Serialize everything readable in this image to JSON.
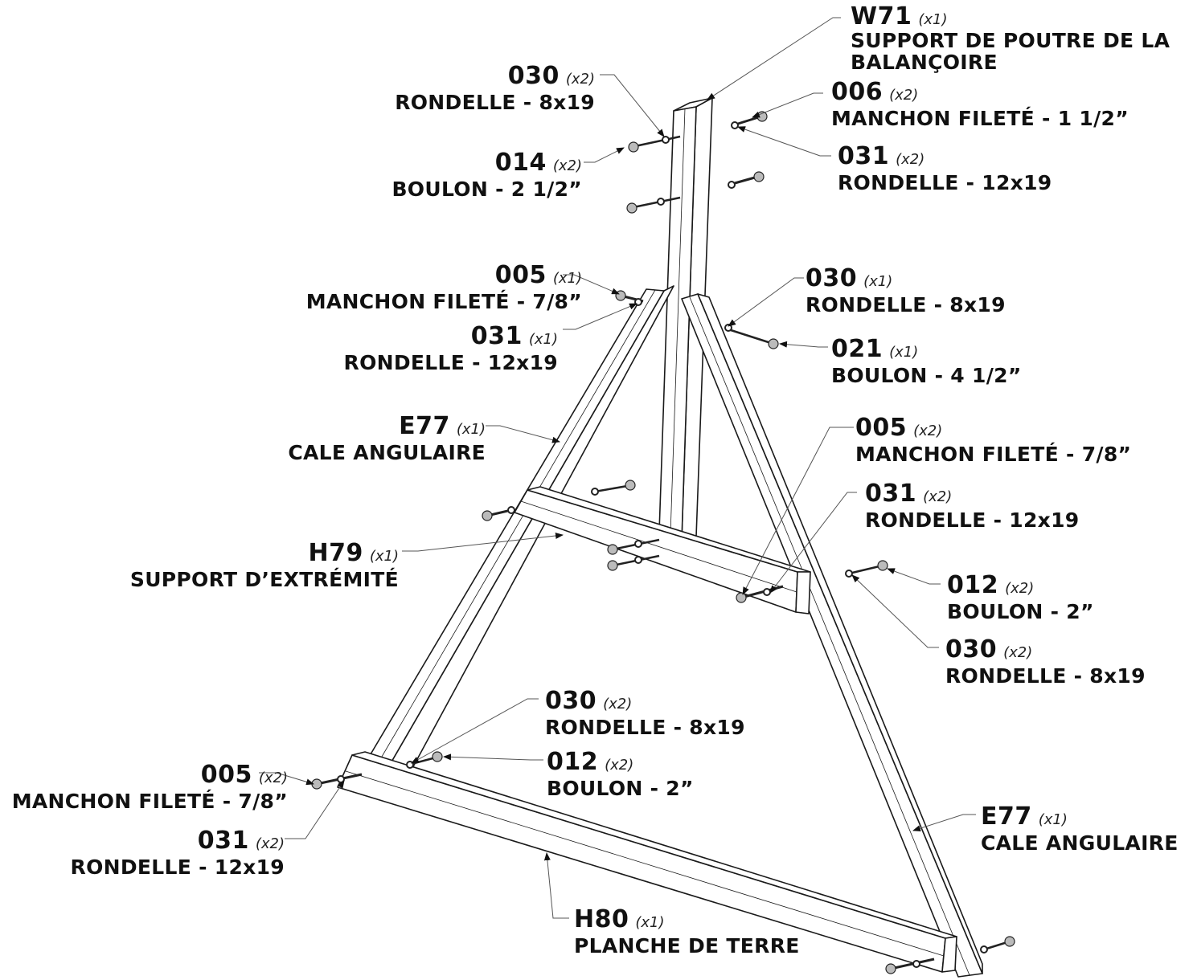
{
  "callouts": [
    {
      "id": "w71",
      "code": "W71",
      "qty": "(x1)",
      "name": "SUPPORT DE POUTRE DE LA",
      "name2": "BALANÇOIRE"
    },
    {
      "id": "c030a",
      "code": "030",
      "qty": "(x2)",
      "name": "RONDELLE - 8x19"
    },
    {
      "id": "c006",
      "code": "006",
      "qty": "(x2)",
      "name": "MANCHON FILETÉ - 1 1/2”"
    },
    {
      "id": "c014",
      "code": "014",
      "qty": "(x2)",
      "name": "BOULON - 2 1/2”"
    },
    {
      "id": "c031a",
      "code": "031",
      "qty": "(x2)",
      "name": "RONDELLE - 12x19"
    },
    {
      "id": "c005a",
      "code": "005",
      "qty": "(x1)",
      "name": "MANCHON FILETÉ - 7/8”"
    },
    {
      "id": "c030b",
      "code": "030",
      "qty": "(x1)",
      "name": "RONDELLE - 8x19"
    },
    {
      "id": "c031b",
      "code": "031",
      "qty": "(x1)",
      "name": "RONDELLE - 12x19"
    },
    {
      "id": "c021",
      "code": "021",
      "qty": "(x1)",
      "name": "BOULON - 4 1/2”"
    },
    {
      "id": "e77a",
      "code": "E77",
      "qty": "(x1)",
      "name": "CALE ANGULAIRE"
    },
    {
      "id": "c005b",
      "code": "005",
      "qty": "(x2)",
      "name": "MANCHON FILETÉ - 7/8”"
    },
    {
      "id": "c031c",
      "code": "031",
      "qty": "(x2)",
      "name": "RONDELLE - 12x19"
    },
    {
      "id": "h79",
      "code": "H79",
      "qty": "(x1)",
      "name": "SUPPORT D’EXTRÉMITÉ"
    },
    {
      "id": "c012a",
      "code": "012",
      "qty": "(x2)",
      "name": "BOULON - 2”"
    },
    {
      "id": "c030c",
      "code": "030",
      "qty": "(x2)",
      "name": "RONDELLE - 8x19"
    },
    {
      "id": "c030d",
      "code": "030",
      "qty": "(x2)",
      "name": "RONDELLE - 8x19"
    },
    {
      "id": "c012b",
      "code": "012",
      "qty": "(x2)",
      "name": "BOULON - 2”"
    },
    {
      "id": "c005c",
      "code": "005",
      "qty": "(x2)",
      "name": "MANCHON FILETÉ - 7/8”"
    },
    {
      "id": "c031d",
      "code": "031",
      "qty": "(x2)",
      "name": "RONDELLE - 12x19"
    },
    {
      "id": "e77b",
      "code": "E77",
      "qty": "(x1)",
      "name": "CALE ANGULAIRE"
    },
    {
      "id": "h80",
      "code": "H80",
      "qty": "(x1)",
      "name": "PLANCHE DE TERRE"
    }
  ],
  "colors": {
    "wood": "#ffffff",
    "edge": "#1a1a1a",
    "leader": "#555555",
    "hardware": "#666666"
  }
}
